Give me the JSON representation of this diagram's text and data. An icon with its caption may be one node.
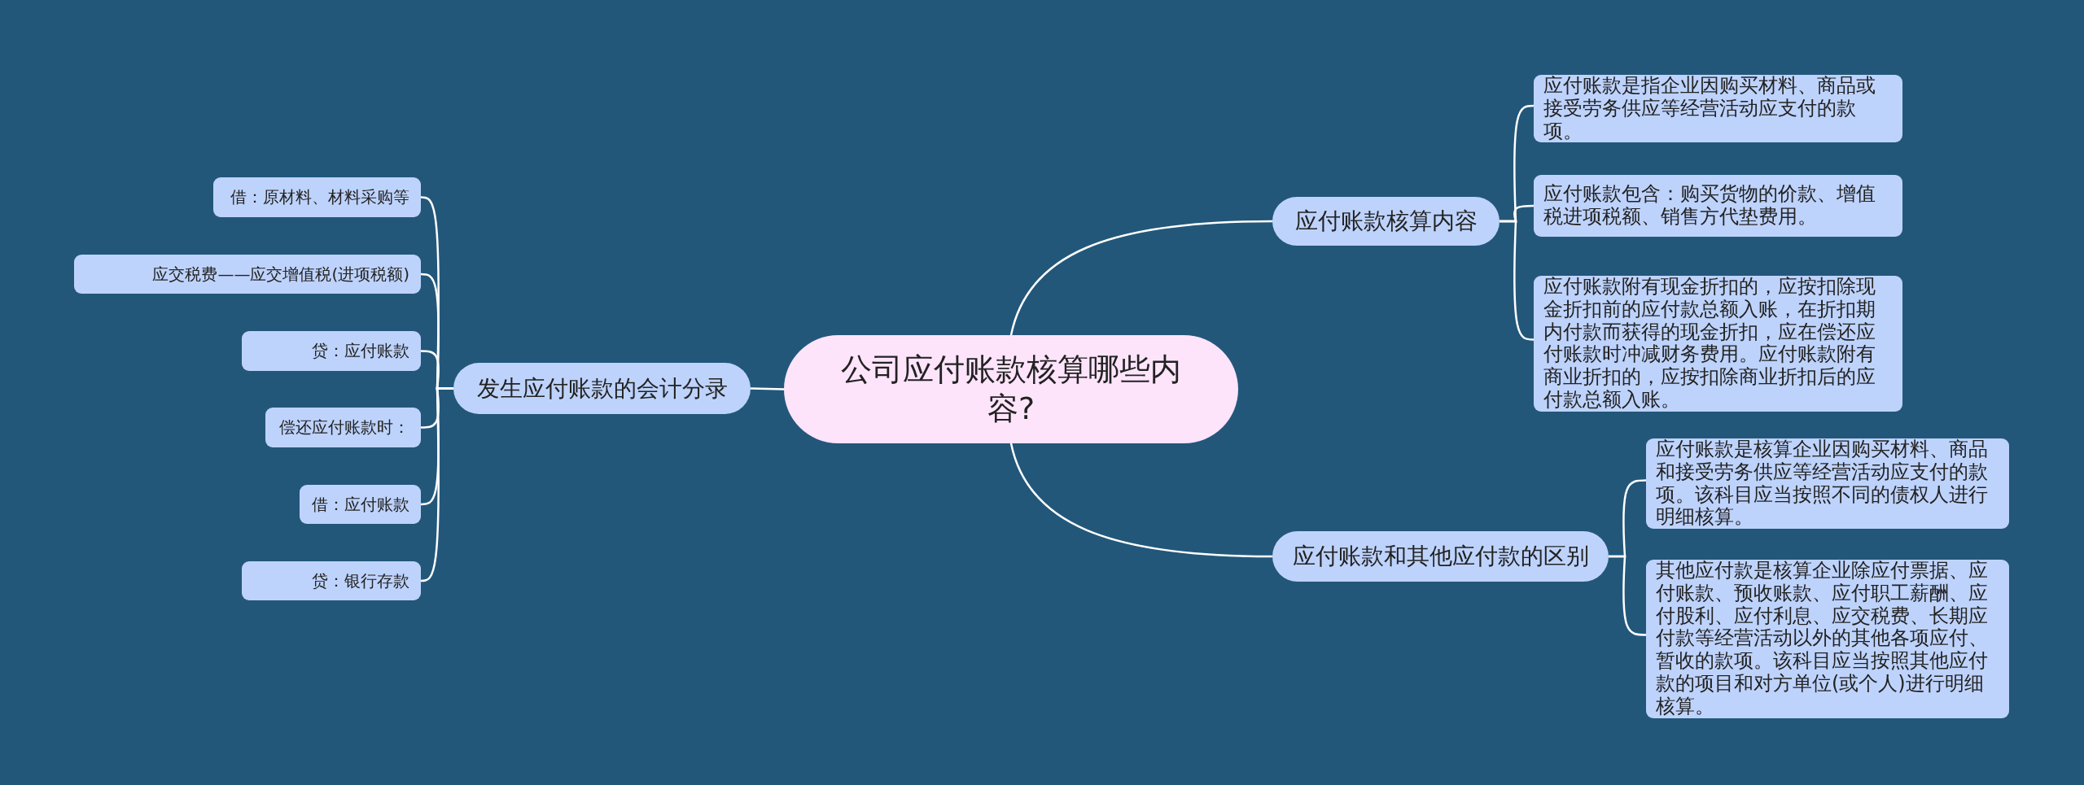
{
  "diagram": {
    "nodes": [
      {
        "text": [
          "公司应付账款核算哪些内容?"
        ]
      },
      {
        "text": [
          "应付账款核算内容"
        ]
      },
      {
        "text": [
          "应付账款是指企业因购买材料、商品或接受劳务供应等经营活动应支付的款项。"
        ]
      },
      {
        "text": [
          "应付账款包含：购买货物的价款、增值税进项税额、销售方代垫费用。"
        ]
      },
      {
        "text": [
          "应付账款附有现金折扣的，应按扣除现金折扣前的应付款总额入账，在折扣期内付款而获得的现金折扣，应在偿还应付账款时冲减财务费用。应付账款附有商业折扣的，应按扣除商业折扣后的应付款总额入账。"
        ]
      },
      {
        "text": [
          "应付账款和其他应付款的区别"
        ]
      },
      {
        "text": [
          "应付账款是核算企业因购买材料、商品和接受劳务供应等经营活动应支付的款项。该科目应当按照不同的债权人进行明细核算。"
        ]
      },
      {
        "text": [
          "其他应付款是核算企业除应付票据、应付账款、预收账款、应付职工薪酬、应付股利、应付利息、应交税费、长期应付款等经营活动以外的其他各项应付、暂收的款项。该科目应当按照其他应付款的项目和对方单位(或个人)进行明细核算。"
        ]
      },
      {
        "text": [
          "发生应付账款的会计分录"
        ]
      },
      {
        "text": [
          "借：原材料、材料采购等"
        ]
      },
      {
        "text": [
          "应交税费——应交增值税(进项税额)"
        ]
      },
      {
        "text": [
          "贷：应付账款"
        ]
      },
      {
        "text": [
          "偿还应付账款时："
        ]
      },
      {
        "text": [
          "借：应付账款"
        ]
      },
      {
        "text": [
          "贷：银行存款"
        ]
      }
    ],
    "edges": [
      {
        "from": 0,
        "to": 1,
        "arrow": "none"
      },
      {
        "from": 1,
        "to": 2,
        "arrow": "none"
      },
      {
        "from": 1,
        "to": 3,
        "arrow": "none"
      },
      {
        "from": 1,
        "to": 4,
        "arrow": "none"
      },
      {
        "from": 0,
        "to": 5,
        "arrow": "none"
      },
      {
        "from": 5,
        "to": 6,
        "arrow": "none"
      },
      {
        "from": 5,
        "to": 7,
        "arrow": "none"
      },
      {
        "from": 0,
        "to": 8,
        "arrow": "none"
      },
      {
        "from": 8,
        "to": 9,
        "arrow": "none"
      },
      {
        "from": 8,
        "to": 10,
        "arrow": "none"
      },
      {
        "from": 8,
        "to": 11,
        "arrow": "none"
      },
      {
        "from": 8,
        "to": 12,
        "arrow": "none"
      },
      {
        "from": 8,
        "to": 13,
        "arrow": "none"
      },
      {
        "from": 8,
        "to": 14,
        "arrow": "none"
      }
    ]
  }
}
